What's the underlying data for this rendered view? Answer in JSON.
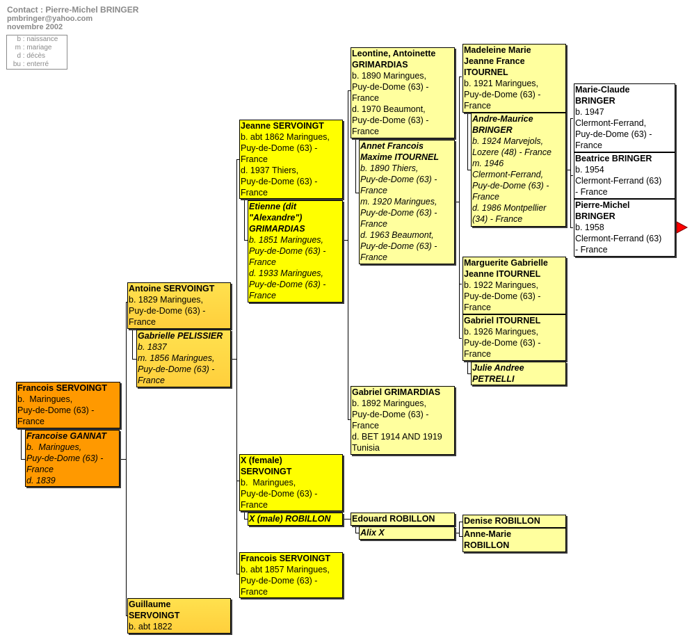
{
  "header": {
    "contact": "Contact : Pierre-Michel BRINGER",
    "email": "pmbringer@yahoo.com",
    "date": "novembre 2002"
  },
  "legend": {
    "separator": " : ",
    "items": [
      {
        "abbr": "b",
        "label": "naissance"
      },
      {
        "abbr": "m",
        "label": "mariage"
      },
      {
        "abbr": "d",
        "label": "décès"
      },
      {
        "abbr": "bu",
        "label": "enterré"
      }
    ]
  },
  "colors": {
    "generation1": "#FF9900",
    "generation2_top": "#FFE14E",
    "generation2_bottom": "#FFB232",
    "generation3": "#FFFF00",
    "generation4": "#FFFF9E",
    "generation5": "#FFFFFF",
    "marker": "#FF0000",
    "line": "#000000",
    "muted_text": "#8A8A8A"
  },
  "marker": {
    "color": "#FF0000"
  },
  "people": [
    {
      "title": "Francois SERVOINGT",
      "body": [
        "b.  Maringues,",
        "Puy-de-Dome (63) -",
        "France"
      ]
    },
    {
      "title": "Francoise GANNAT",
      "body": [
        "b.  Maringues,",
        "Puy-de-Dome (63) -",
        "France",
        "d. 1839"
      ]
    },
    {
      "title": "Antoine SERVOINGT",
      "body": [
        "b. 1829 Maringues,",
        "Puy-de-Dome (63) -",
        "France"
      ]
    },
    {
      "title": "Gabrielle PELISSIER",
      "body": [
        "b. 1837",
        "m. 1856 Maringues,",
        "Puy-de-Dome (63) -",
        "France"
      ]
    },
    {
      "title": "Guillaume\nSERVOINGT",
      "body": [
        "b. abt 1822"
      ]
    },
    {
      "title": "Jeanne SERVOINGT",
      "body": [
        "b. abt 1862 Maringues,",
        "Puy-de-Dome (63) -",
        "France",
        "d. 1937 Thiers,",
        "Puy-de-Dome (63) -",
        "France"
      ]
    },
    {
      "title": "Etienne (dit\n\"Alexandre\")\nGRIMARDIAS",
      "body": [
        "b. 1851 Maringues,",
        "Puy-de-Dome (63) -",
        "France",
        "d. 1933 Maringues,",
        "Puy-de-Dome (63) -",
        "France"
      ]
    },
    {
      "title": "X (female)\nSERVOINGT",
      "body": [
        "b.  Maringues,",
        "Puy-de-Dome (63) -",
        "France"
      ]
    },
    {
      "title": "X (male) ROBILLON",
      "body": []
    },
    {
      "title": "Francois SERVOINGT",
      "body": [
        "b. abt 1857 Maringues,",
        "Puy-de-Dome (63) -",
        "France"
      ]
    },
    {
      "title": "Leontine, Antoinette\nGRIMARDIAS",
      "body": [
        "b. 1890 Maringues,",
        "Puy-de-Dome (63) -",
        "France",
        "d. 1970 Beaumont,",
        "Puy-de-Dome (63) -",
        "France"
      ]
    },
    {
      "title": "Annet Francois\nMaxime ITOURNEL",
      "body": [
        "b. 1890 Thiers,",
        "Puy-de-Dome (63) -",
        "France",
        "m. 1920 Maringues,",
        "Puy-de-Dome (63) -",
        "France",
        "d. 1963 Beaumont,",
        "Puy-de-Dome (63) -",
        "France"
      ]
    },
    {
      "title": "Gabriel GRIMARDIAS",
      "body": [
        "b. 1892 Maringues,",
        "Puy-de-Dome (63) -",
        "France",
        "d. BET 1914 AND 1919",
        "Tunisia"
      ]
    },
    {
      "title": "Edouard ROBILLON",
      "body": []
    },
    {
      "title": "Alix X",
      "body": []
    },
    {
      "title": "Madeleine Marie\nJeanne France\nITOURNEL",
      "body": [
        "b. 1921 Maringues,",
        "Puy-de-Dome (63) -",
        "France"
      ]
    },
    {
      "title": "Andre-Maurice\nBRINGER",
      "body": [
        "b. 1924 Marvejols,",
        "Lozere (48) - France",
        "m. 1946",
        "Clermont-Ferrand,",
        "Puy-de-Dome (63) -",
        "France",
        "d. 1986 Montpellier",
        "(34) - France"
      ]
    },
    {
      "title": "Marguerite Gabrielle\nJeanne ITOURNEL",
      "body": [
        "b. 1922 Maringues,",
        "Puy-de-Dome (63) -",
        "France"
      ]
    },
    {
      "title": "Gabriel ITOURNEL",
      "body": [
        "b. 1926 Maringues,",
        "Puy-de-Dome (63) -",
        "France"
      ]
    },
    {
      "title": "Julie Andree\nPETRELLI",
      "body": []
    },
    {
      "title": "Marie-Claude\nBRINGER",
      "body": [
        "b. 1947",
        "Clermont-Ferrand,",
        "Puy-de-Dome (63) -",
        "France"
      ]
    },
    {
      "title": "Beatrice BRINGER",
      "body": [
        "b. 1954",
        "Clermont-Ferrand (63)",
        "- France"
      ]
    },
    {
      "title": "Pierre-Michel\nBRINGER",
      "body": [
        "b. 1958",
        "Clermont-Ferrand (63)",
        "- France"
      ]
    },
    {
      "title": "Denise ROBILLON",
      "body": []
    },
    {
      "title": "Anne-Marie\nROBILLON",
      "body": []
    }
  ]
}
